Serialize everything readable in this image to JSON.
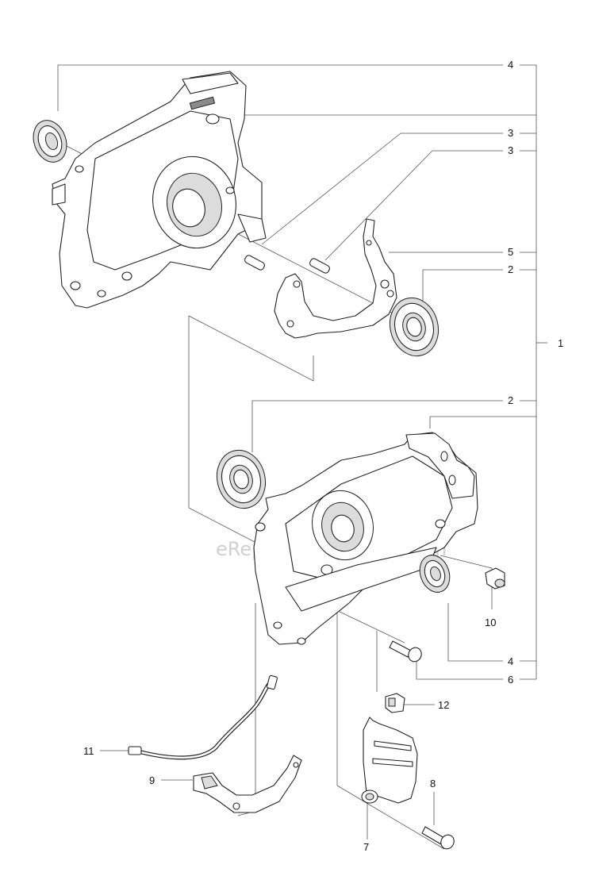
{
  "watermark": "eReplacementParts.com",
  "callouts": {
    "c4_top": "4",
    "c3_a": "3",
    "c3_b": "3",
    "c5": "5",
    "c2_top": "2",
    "c1": "1",
    "c2_mid": "2",
    "c10": "10",
    "c4_bottom": "4",
    "c6": "6",
    "c12": "12",
    "c11": "11",
    "c9": "9",
    "c8": "8",
    "c7": "7"
  }
}
